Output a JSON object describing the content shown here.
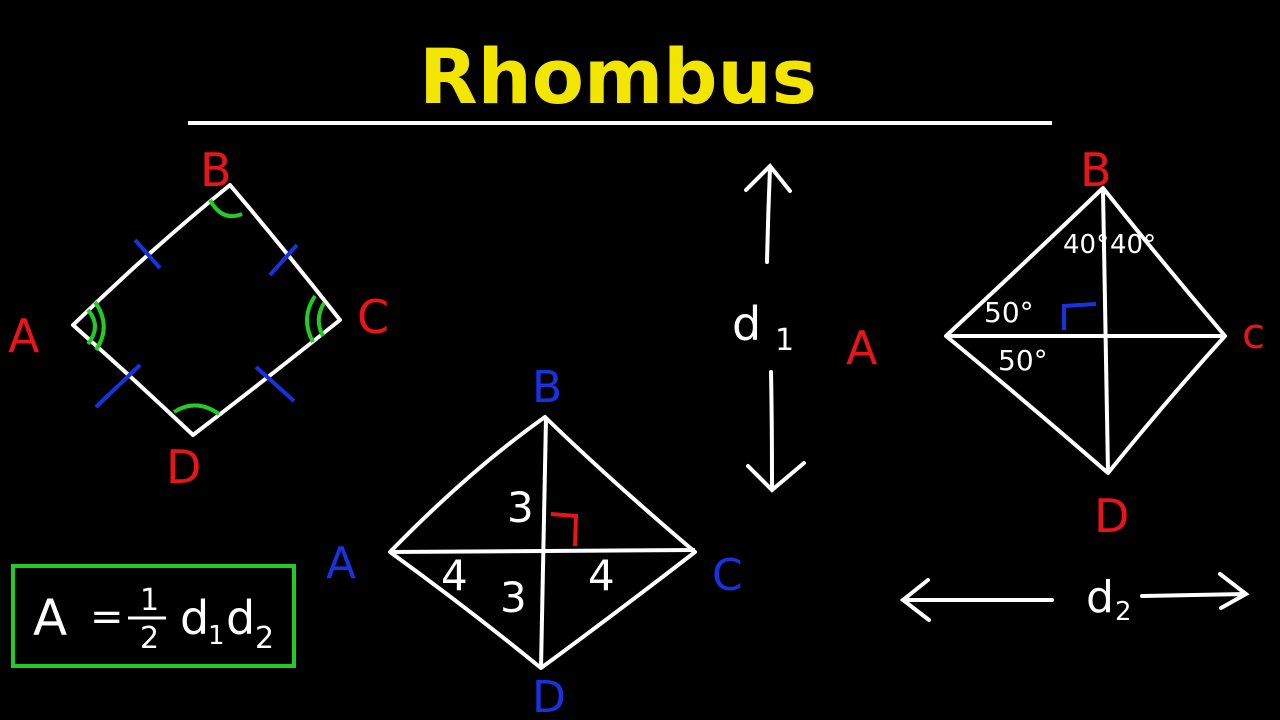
{
  "title": "Rhombus",
  "colors": {
    "background": "#000000",
    "title": "#f2e600",
    "chalk": "#ffffff",
    "red": "#e8141a",
    "blue": "#1832e0",
    "green": "#22cc22"
  },
  "figure_left": {
    "vertices": {
      "a": "A",
      "b": "B",
      "c": "C",
      "d": "D"
    }
  },
  "figure_middle": {
    "vertices": {
      "a": "A",
      "b": "B",
      "c": "C",
      "d": "D"
    },
    "segments": {
      "upper": "3",
      "lower": "3",
      "left": "4",
      "right": "4"
    }
  },
  "figure_right": {
    "vertices": {
      "a": "A",
      "b": "B",
      "c": "c",
      "d": "D"
    },
    "angles": {
      "top_left": "40°",
      "top_right": "40°",
      "left_upper": "50°",
      "left_lower": "50°"
    }
  },
  "diagonals": {
    "d1": {
      "letter": "d",
      "sub": "1"
    },
    "d2": {
      "letter": "d",
      "sub": "2"
    }
  },
  "formula": {
    "lhs": "A",
    "equals": "=",
    "numerator": "1",
    "denominator": "2",
    "d": "d",
    "sub1": "1",
    "sub2": "2"
  }
}
